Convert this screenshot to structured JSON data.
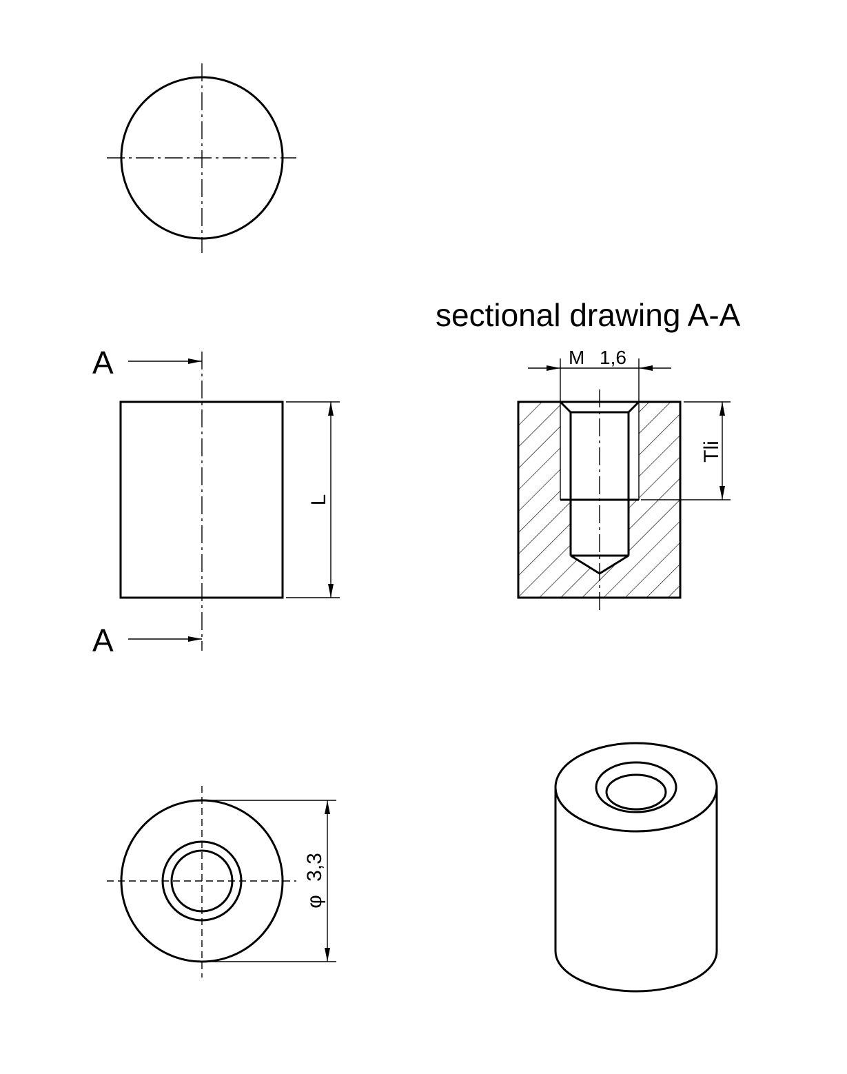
{
  "section_title": "sectional drawing A-A",
  "section_marker_top": "A",
  "section_marker_bottom": "A",
  "dim_length": "L",
  "dim_thread_prefix": "M",
  "dim_thread_size": "1,6",
  "dim_thread_depth": "Tli",
  "dim_diameter_symbol": "φ",
  "dim_diameter_value": "3,3"
}
